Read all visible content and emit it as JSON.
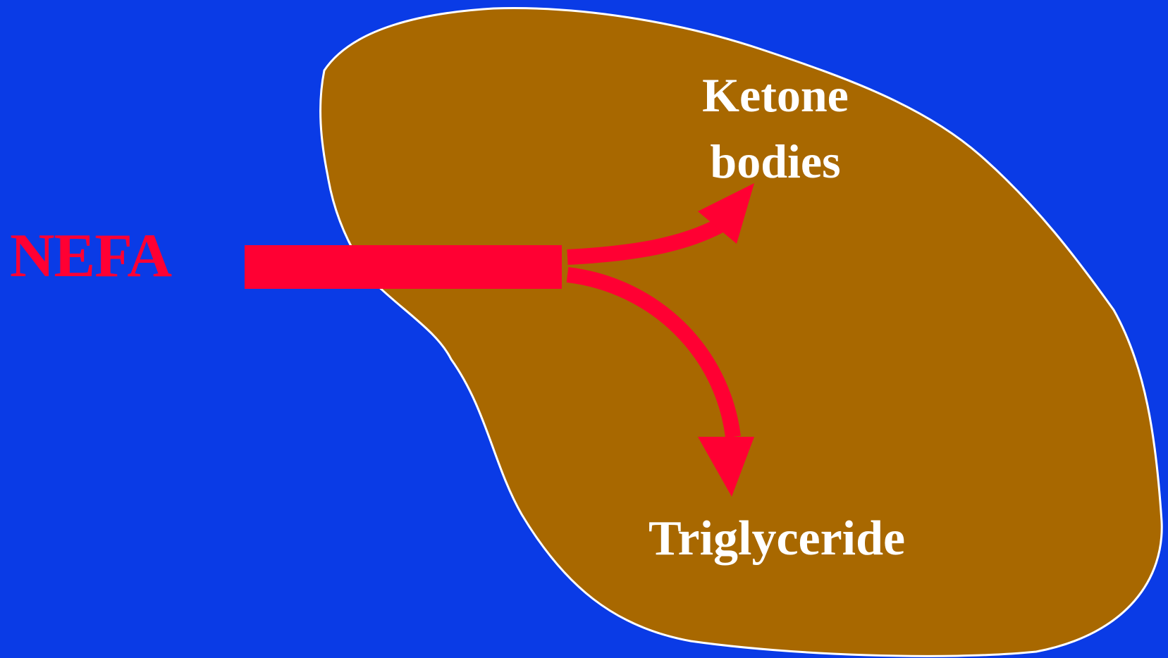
{
  "colors": {
    "background": "#0a3be6",
    "organ_fill": "#a86800",
    "organ_outline": "#ffffff",
    "arrow": "#ff0033",
    "nefa_text": "#ff0033",
    "product_text": "#ffffff"
  },
  "labels": {
    "input": "NEFA",
    "product_1_line_1": "Ketone",
    "product_1_line_2": "bodies",
    "product_2": "Triglyceride"
  }
}
